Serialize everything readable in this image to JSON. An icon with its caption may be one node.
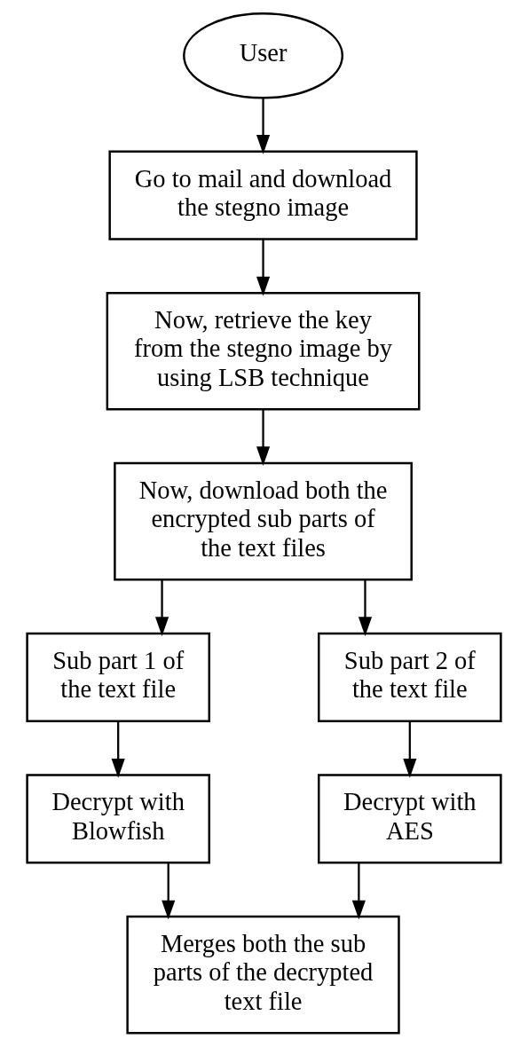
{
  "diagram": {
    "nodes": [
      {
        "text": [
          "User"
        ]
      },
      {
        "text": [
          "Go to mail and download the stegno image"
        ]
      },
      {
        "text": [
          "Now, retrieve the key from the stegno image by using LSB technique"
        ]
      },
      {
        "text": [
          "Now, download both the encrypted sub parts of the text files"
        ]
      },
      {
        "text": [
          "Sub part 1 of the text file"
        ]
      },
      {
        "text": [
          "Sub part 2 of the text file"
        ]
      },
      {
        "text": [
          "Decrypt with Blowfish"
        ]
      },
      {
        "text": [
          "Decrypt with AES"
        ]
      },
      {
        "text": [
          "Merges both the sub parts of the decrypted text file"
        ]
      }
    ],
    "edges": [
      {
        "from": 0,
        "to": 1,
        "arrow": "to"
      },
      {
        "from": 1,
        "to": 2,
        "arrow": "to"
      },
      {
        "from": 2,
        "to": 3,
        "arrow": "to"
      },
      {
        "from": 3,
        "to": 4,
        "arrow": "to"
      },
      {
        "from": 3,
        "to": 5,
        "arrow": "to"
      },
      {
        "from": 4,
        "to": 6,
        "arrow": "to"
      },
      {
        "from": 5,
        "to": 7,
        "arrow": "to"
      },
      {
        "from": 6,
        "to": 8,
        "arrow": "to"
      },
      {
        "from": 7,
        "to": 8,
        "arrow": "to"
      }
    ]
  }
}
